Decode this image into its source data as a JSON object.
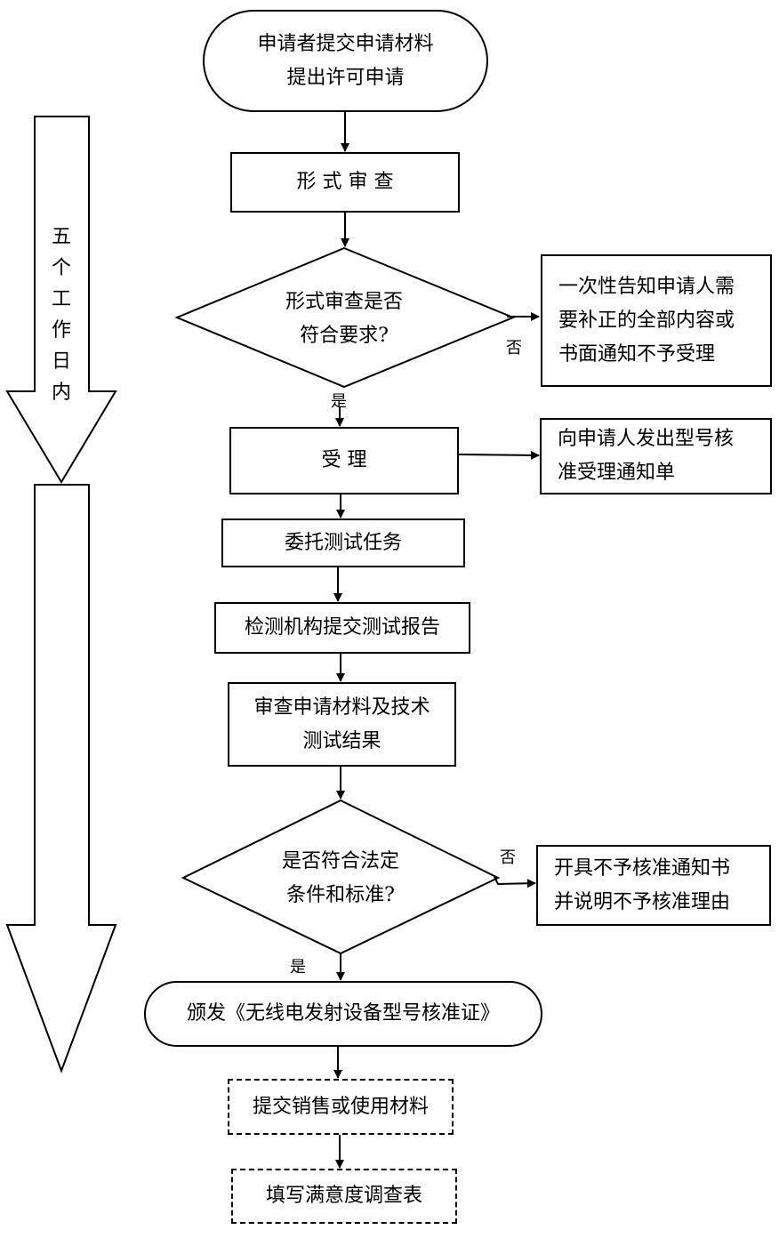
{
  "nodes": {
    "start": "申请者提交申请材料\n提出许可申请",
    "formal_review": "形 式 审 查",
    "decision1": "形式审查是否\n符合要求?",
    "reject1": "一次性告知申请人需\n要补正的全部内容或\n书面通知不予受理",
    "accept": "受 理",
    "notice_accept": "向申请人发出型号核\n准受理通知单",
    "entrust_test": "委托测试任务",
    "submit_report": "检测机构提交测试报告",
    "review_materials": "审查申请材料及技术\n测试结果",
    "decision2": "是否符合法定\n条件和标准?",
    "reject2": "开具不予核准通知书\n并说明不予核准理由",
    "issue": "颁发《无线电发射设备型号核准证》",
    "submit_sales": "提交销售或使用材料",
    "survey": "填写满意度调查表"
  },
  "labels": {
    "yes1": "是",
    "no1": "否",
    "yes2": "是",
    "no2": "否"
  },
  "side_arrow_text": "五\n个\n工\n作\n日\n内"
}
